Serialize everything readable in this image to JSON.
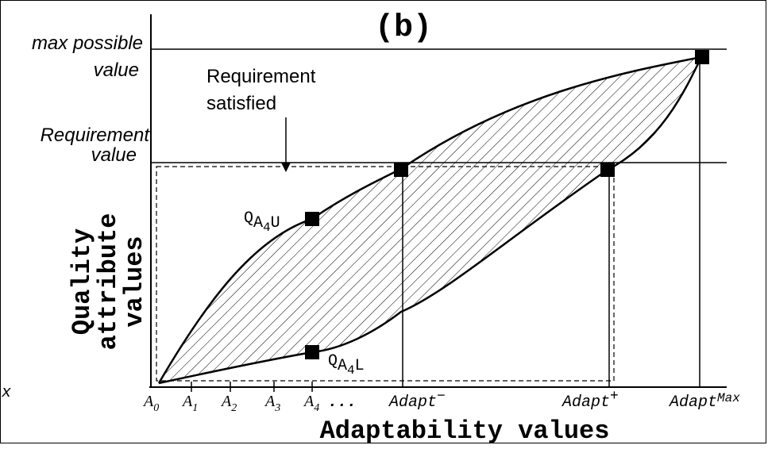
{
  "figure": {
    "panel_label": "(b)",
    "x_axis_title": "Adaptability values",
    "y_axis_title_lines": [
      "Quality",
      "attribute",
      "values"
    ],
    "y_labels": {
      "max_line1": "max possible",
      "max_line2": "value",
      "req_line1": "Requirement",
      "req_line2": "value"
    },
    "annotation": {
      "line1": "Requirement",
      "line2": "satisfied"
    },
    "left_edge_fragment": "x",
    "x_ticks": [
      {
        "base": "A",
        "sub": "0"
      },
      {
        "base": "A",
        "sub": "1"
      },
      {
        "base": "A",
        "sub": "2"
      },
      {
        "base": "A",
        "sub": "3"
      },
      {
        "base": "A",
        "sub": "4"
      }
    ],
    "ellipsis": "...",
    "adapt_minus": {
      "base": "Adapt",
      "sup": "−"
    },
    "adapt_plus": {
      "base": "Adapt",
      "sup": "+"
    },
    "adapt_max": {
      "base": "Adapt",
      "sup": "Max"
    },
    "q_upper": {
      "base": "Q",
      "sub1": "A",
      "sub2": "4",
      "sub3": "U"
    },
    "q_lower": {
      "base": "Q",
      "sub1": "A",
      "sub2": "4",
      "sub3": "L"
    }
  }
}
